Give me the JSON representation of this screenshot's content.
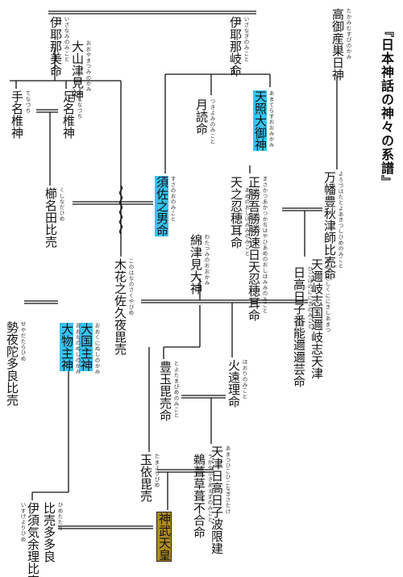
{
  "title": "『日本神話の神々の系譜』",
  "colors": {
    "highlight": "#36c3ef",
    "jimmu": "#b08c1e",
    "line": "#111111"
  },
  "nodes": [
    {
      "id": "takamimusubi",
      "name": "高御産巣日神",
      "ruby": "たかみむすびのかみ"
    },
    {
      "id": "izanagi",
      "name": "伊耶那岐命",
      "ruby": "いざなぎのみこと"
    },
    {
      "id": "izanami",
      "name": "伊耶那美命",
      "ruby": "いざなみのみこと"
    },
    {
      "id": "oyamatsumi",
      "name": "大山津見神",
      "ruby": "おおやまつみのかみ"
    },
    {
      "id": "amaterasu",
      "name": "天照大御神",
      "ruby": "あまてらすおおみかみ",
      "highlight": true
    },
    {
      "id": "tsukuyomi",
      "name": "月読命",
      "ruby": "つきよみのみこと"
    },
    {
      "id": "susanoo",
      "name": "須佐之男命",
      "ruby": "すさのおのみこと",
      "highlight": true
    },
    {
      "id": "ashinazuchi",
      "name": "足名椎神",
      "ruby": "あしなづち"
    },
    {
      "id": "tenazuchi",
      "name": "手名椎神",
      "ruby": "てなづち"
    },
    {
      "id": "kushinada",
      "name": "櫛名田比売",
      "ruby": "くしなだひめ"
    },
    {
      "id": "oshihomimi",
      "name": "正勝吾勝勝速日天忍穂耳命",
      "ruby": "まさかつあかつかちはやひあめのおしほみみのみこと"
    },
    {
      "id": "oshihomimi2",
      "name": "天之忍穂耳命",
      "ruby": "あめのおしほみみのみこと"
    },
    {
      "id": "yorozuhata",
      "name": "万幡豊秋津師比売命",
      "ruby": "よろづはたとよあきつしひめのみこと"
    },
    {
      "id": "watatsumi",
      "name": "綿津見大神",
      "ruby": "わたつみのおおかみ"
    },
    {
      "id": "ninigi1",
      "name": "天邇岐志国邇岐志天津",
      "ruby": "あめにきしくににきしあまつ"
    },
    {
      "id": "ninigi2",
      "name": "日高日子番能邇邇芸命",
      "ruby": "ひこほのににぎのみこと"
    },
    {
      "id": "konohana",
      "name": "木花之佐久夜毘売",
      "ruby": "このはなのさくやびめ"
    },
    {
      "id": "okuninushi",
      "name": "大国主神",
      "ruby": "おおくにぬしのかみ",
      "highlight": true
    },
    {
      "id": "omononushi",
      "name": "大物主神",
      "ruby": "おおものぬしのかみ",
      "highlight": true
    },
    {
      "id": "seyadatara",
      "name": "勢夜陀多良比売",
      "ruby": "せやだたらひめ"
    },
    {
      "id": "hoori",
      "name": "火遠理命",
      "ruby": "ほおりのみこと"
    },
    {
      "id": "toyotama",
      "name": "豊玉毘売命",
      "ruby": "とよたまびめのみこと"
    },
    {
      "id": "ugaya1",
      "name": "天津日高日子波限建",
      "ruby": "あまつひこひこなぎさたけ"
    },
    {
      "id": "ugaya2",
      "name": "鵜葺草葺不合命",
      "ruby": "うがやふきあえずのみこと"
    },
    {
      "id": "tamayori",
      "name": "玉依毘売",
      "ruby": "たまよりびめ"
    },
    {
      "id": "jimmu",
      "name": "神武天皇",
      "ruby": "",
      "gold": true
    },
    {
      "id": "isuke",
      "name": "伊須気余理比売",
      "ruby": "いすけよりひめ"
    },
    {
      "id": "himetatara",
      "name": "比売多多良",
      "ruby": "ひめたたら"
    }
  ]
}
